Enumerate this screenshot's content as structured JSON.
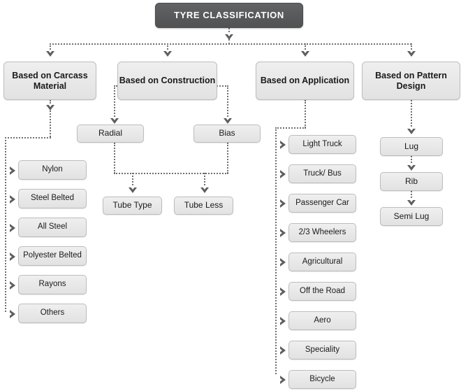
{
  "diagram": {
    "title": "TYRE CLASSIFICATION",
    "colors": {
      "root_fill": "#58595b",
      "root_text": "#ffffff",
      "node_fill": "#e8e8e8",
      "node_border": "#bdbdbd",
      "connector": "#6f6f6f",
      "background": "#ffffff"
    },
    "branches": [
      {
        "id": "carcass",
        "label": "Based on Carcass Material",
        "children": [
          {
            "label": "Nylon"
          },
          {
            "label": "Steel Belted"
          },
          {
            "label": "All Steel"
          },
          {
            "label": "Polyester Belted"
          },
          {
            "label": "Rayons"
          },
          {
            "label": "Others"
          }
        ]
      },
      {
        "id": "construction",
        "label": "Based on Construction",
        "children": [
          {
            "label": "Radial"
          },
          {
            "label": "Bias"
          }
        ],
        "grandchildren": [
          {
            "label": "Tube Type"
          },
          {
            "label": "Tube Less"
          }
        ]
      },
      {
        "id": "application",
        "label": "Based on Application",
        "children": [
          {
            "label": "Light Truck"
          },
          {
            "label": "Truck/ Bus"
          },
          {
            "label": "Passenger Car"
          },
          {
            "label": "2/3 Wheelers"
          },
          {
            "label": "Agricultural"
          },
          {
            "label": "Off the Road"
          },
          {
            "label": "Aero"
          },
          {
            "label": "Speciality"
          },
          {
            "label": "Bicycle"
          }
        ]
      },
      {
        "id": "pattern",
        "label": "Based on Pattern Design",
        "children": [
          {
            "label": "Lug"
          },
          {
            "label": "Rib"
          },
          {
            "label": "Semi Lug"
          }
        ]
      }
    ]
  }
}
